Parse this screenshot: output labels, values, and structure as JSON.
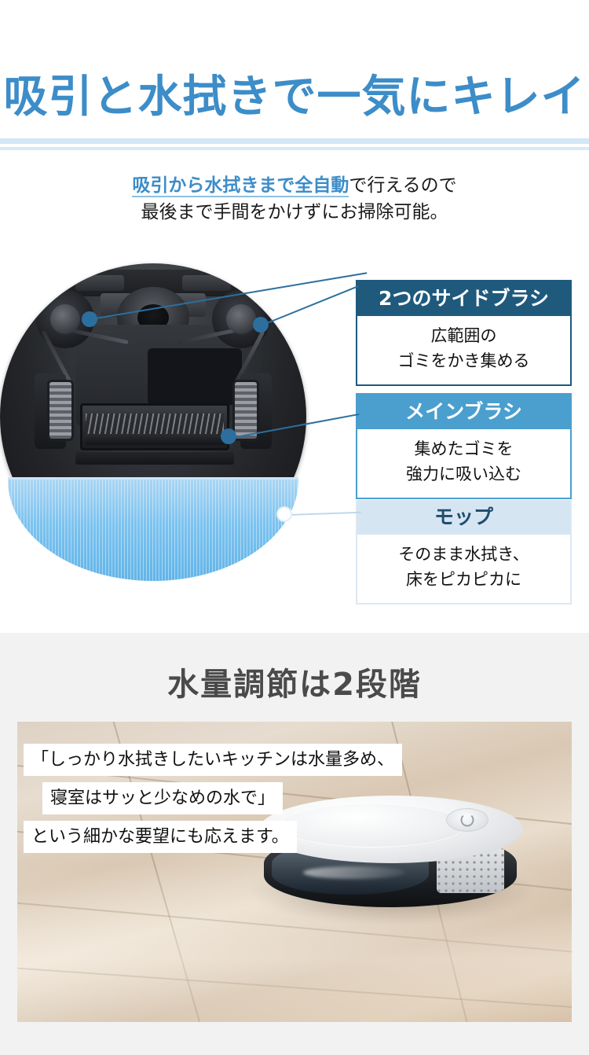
{
  "hero": {
    "title": "吸引と水拭きで一気にキレイ",
    "subtitle_highlight": "吸引から水拭きまで全自動",
    "subtitle_rest": "で行えるので",
    "subtitle_line2": "最後まで手間をかけずにお掃除可能。"
  },
  "callouts": [
    {
      "heading": "2つのサイドブラシ",
      "line1": "広範囲の",
      "line2": "ゴミをかき集める",
      "accent": "#1f5a7d",
      "head_text_color": "#ffffff"
    },
    {
      "heading": "メインブラシ",
      "line1": "集めたゴミを",
      "line2": "強力に吸い込む",
      "accent": "#4a9fce",
      "head_text_color": "#ffffff"
    },
    {
      "heading": "モップ",
      "line1": "そのまま水拭き、",
      "line2": "床をピカピカに",
      "accent": "#d6e5f2",
      "head_text_color": "#1f4e6e"
    }
  ],
  "section2": {
    "title": "水量調節は2段階",
    "caption": [
      "「しっかり水拭きしたいキッチンは水量多め、",
      "寝室はサッと少なめの水で」",
      "という細かな要望にも応えます。"
    ]
  },
  "colors": {
    "title_blue": "#3c8dc8",
    "divider_blue": "#d3e7f6",
    "gray_band": "#f2f2f2",
    "section2_title_gray": "#4a4a4a",
    "mop_blue": "#7bc2ef",
    "connector_blue": "#2c6f9e"
  },
  "icons": {
    "power_button": "power-icon"
  }
}
